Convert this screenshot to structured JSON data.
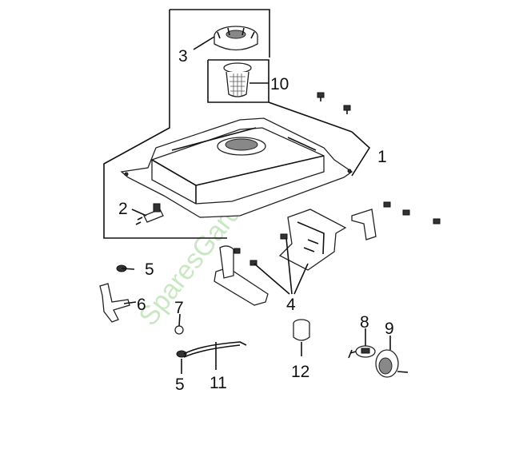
{
  "watermark": "SparesGarden.com",
  "callouts": {
    "c1": "1",
    "c2": "2",
    "c3": "3",
    "c4": "4",
    "c5a": "5",
    "c5b": "5",
    "c6": "6",
    "c7": "7",
    "c8": "8",
    "c9": "9",
    "c10": "10",
    "c11": "11",
    "c12": "12"
  }
}
